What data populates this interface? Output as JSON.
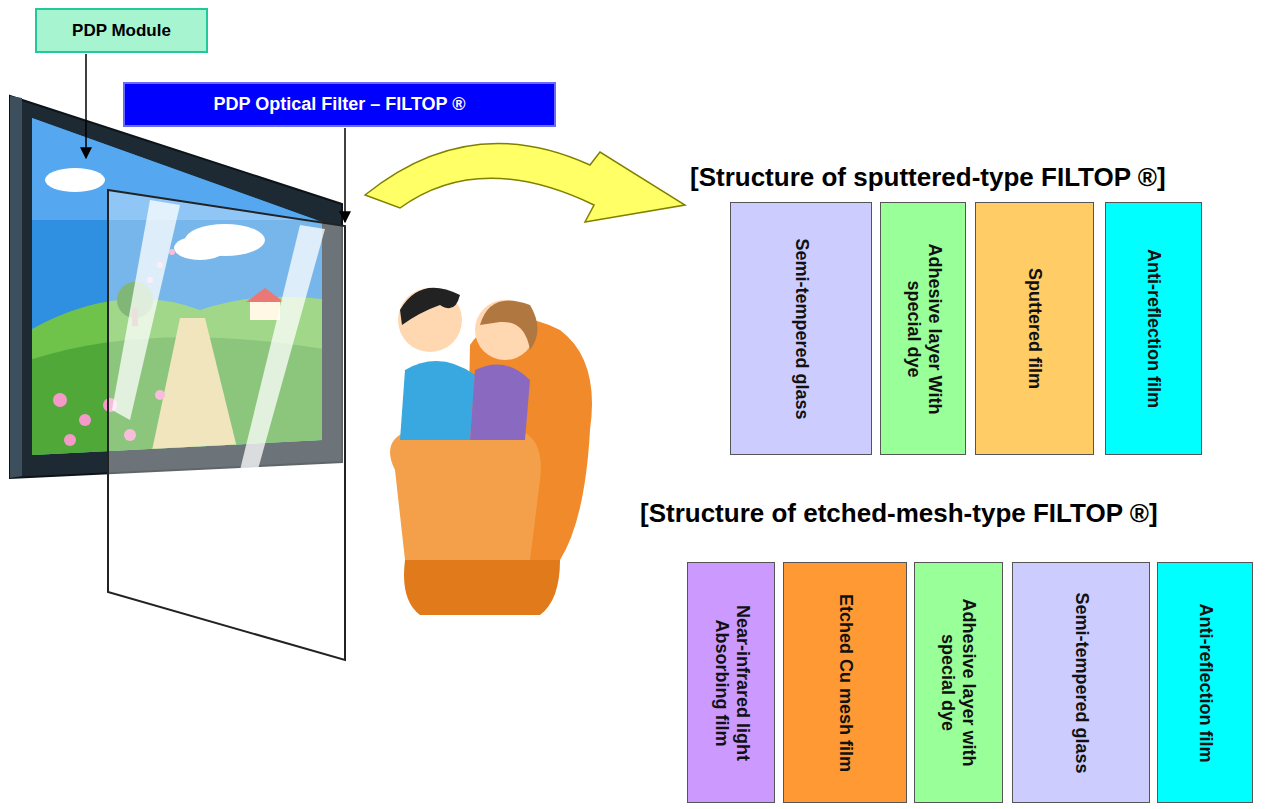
{
  "diagram": {
    "nodes": [
      {
        "text": [
          "PDP Module"
        ]
      },
      {
        "text": [
          "PDP Optical Filter – FILTOP ®"
        ]
      },
      {
        "text": [
          "Semi-tempered glass"
        ]
      },
      {
        "text": [
          "Adhesive layer With special dye"
        ]
      },
      {
        "text": [
          "Sputtered film"
        ]
      },
      {
        "text": [
          "Anti-reflection film"
        ]
      },
      {
        "text": [
          "Near-infrared light Absorbing film"
        ]
      },
      {
        "text": [
          "Etched Cu mesh film"
        ]
      },
      {
        "text": [
          "Adhesive layer with special dye"
        ]
      },
      {
        "text": [
          "Semi-tempered glass"
        ]
      },
      {
        "text": [
          "Anti-reflection film"
        ]
      }
    ],
    "labels": [
      "[Structure of sputtered-type FILTOP ®]",
      "[Structure of etched-mesh-type FILTOP ®]"
    ]
  }
}
